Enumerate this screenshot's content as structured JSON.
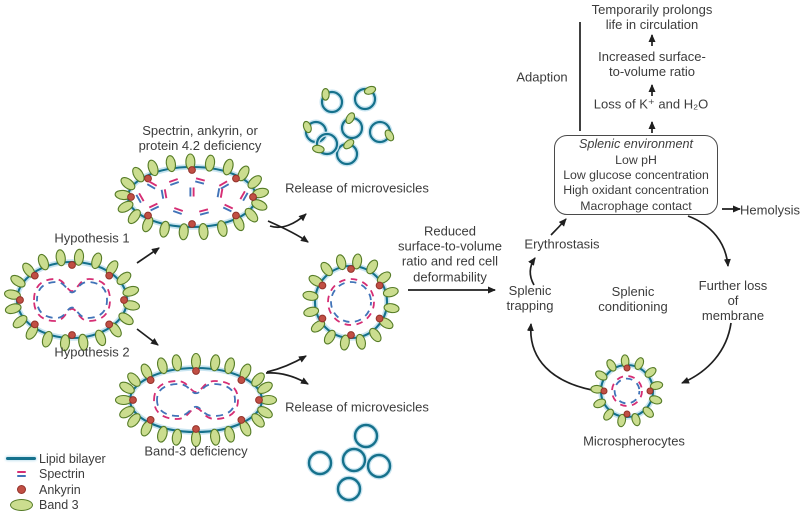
{
  "colors": {
    "membrane": "#15718c",
    "membrane_glow": "#c8e4f0",
    "band3_fill": "#cbdd8f",
    "band3_stroke": "#567c27",
    "ankyrin_fill": "#c14f44",
    "ankyrin_stroke": "#93322a",
    "spectrin_pink": "#d62e74",
    "spectrin_blue": "#4173b8",
    "arrow": "#1f1f1f",
    "text": "#3c3c3c"
  },
  "flow": {
    "spectrin_deficiency_label": "Spectrin, ankyrin, or\nprotein 4.2 deficiency",
    "release_top": "Release of microvesicles",
    "release_bottom": "Release of microvesicles",
    "hypothesis1": "Hypothesis 1",
    "hypothesis2": "Hypothesis 2",
    "band3_deficiency_label": "Band-3 deficiency",
    "reduced_ratio": "Reduced\nsurface-to-volume\nratio and red cell\ndeformability"
  },
  "adaption": {
    "label": "Adaption",
    "temporarily_prolongs": "Temporarily prolongs\nlife in circulation",
    "increased_ratio": "Increased surface-\nto-volume ratio",
    "loss_k_h2o": "Loss of K⁺ and H₂O"
  },
  "env_box": {
    "title": "Splenic environment",
    "lines": [
      "Low pH",
      "Low glucose concentration",
      "High oxidant concentration",
      "Macrophage contact"
    ]
  },
  "cycle": {
    "erythrostasis": "Erythrostasis",
    "splenic_trapping": "Splenic\ntrapping",
    "splenic_conditioning": "Splenic\nconditioning",
    "further_loss": "Further loss\nof membrane",
    "microspherocytes": "Microspherocytes",
    "hemolysis": "Hemolysis"
  },
  "legend": {
    "items": [
      {
        "symbol": "lipid-bilayer",
        "label": "Lipid bilayer"
      },
      {
        "symbol": "spectrin",
        "label": "Spectrin"
      },
      {
        "symbol": "ankyrin",
        "label": "Ankyrin"
      },
      {
        "symbol": "band-3",
        "label": "Band 3"
      }
    ]
  }
}
